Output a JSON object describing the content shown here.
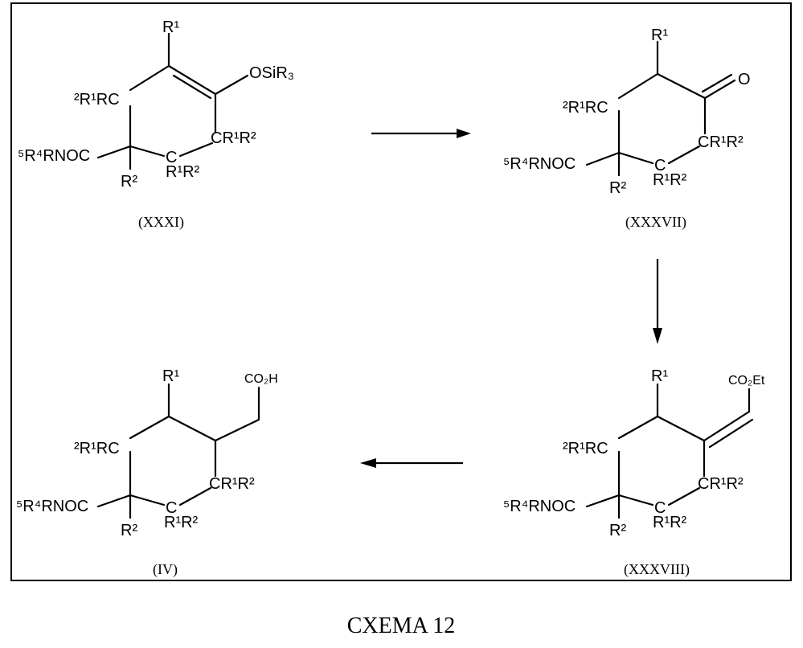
{
  "title": "CXEMA 12",
  "compounds": [
    {
      "id": "XXXI",
      "caption": "(XXXI)",
      "labels": {
        "r1_top": "R¹",
        "osi": "OSiR₃",
        "ring_c2": "²R¹RC",
        "ring_cr1r2_right": "CR¹R²",
        "amide": "⁵R⁴RNOC",
        "ring_c_bottom": "C",
        "ring_r1r2_bottom": "R¹R²",
        "r2": "R²"
      }
    },
    {
      "id": "XXXVII",
      "caption": "(XXXVII)",
      "labels": {
        "r1_top": "R¹",
        "oxo": "O",
        "ring_c2": "²R¹RC",
        "ring_cr1r2_right": "CR¹R²",
        "amide": "⁵R⁴RNOC",
        "ring_c_bottom": "C",
        "ring_r1r2_bottom": "R¹R²",
        "r2": "R²"
      }
    },
    {
      "id": "XXXVIII",
      "caption": "(XXXVIII)",
      "labels": {
        "r1_top": "R¹",
        "ester": "CO₂Et",
        "ring_c2": "²R¹RC",
        "ring_cr1r2_right": "CR¹R²",
        "amide": "⁵R⁴RNOC",
        "ring_c_bottom": "C",
        "ring_r1r2_bottom": "R¹R²",
        "r2": "R²"
      }
    },
    {
      "id": "IV",
      "caption": "(IV)",
      "labels": {
        "r1_top": "R¹",
        "acid": "CO₂H",
        "ring_c2": "²R¹RC",
        "ring_cr1r2_right": "CR¹R²",
        "amide": "⁵R⁴RNOC",
        "ring_c_bottom": "C",
        "ring_r1r2_bottom": "R¹R²",
        "r2": "R²"
      }
    }
  ]
}
